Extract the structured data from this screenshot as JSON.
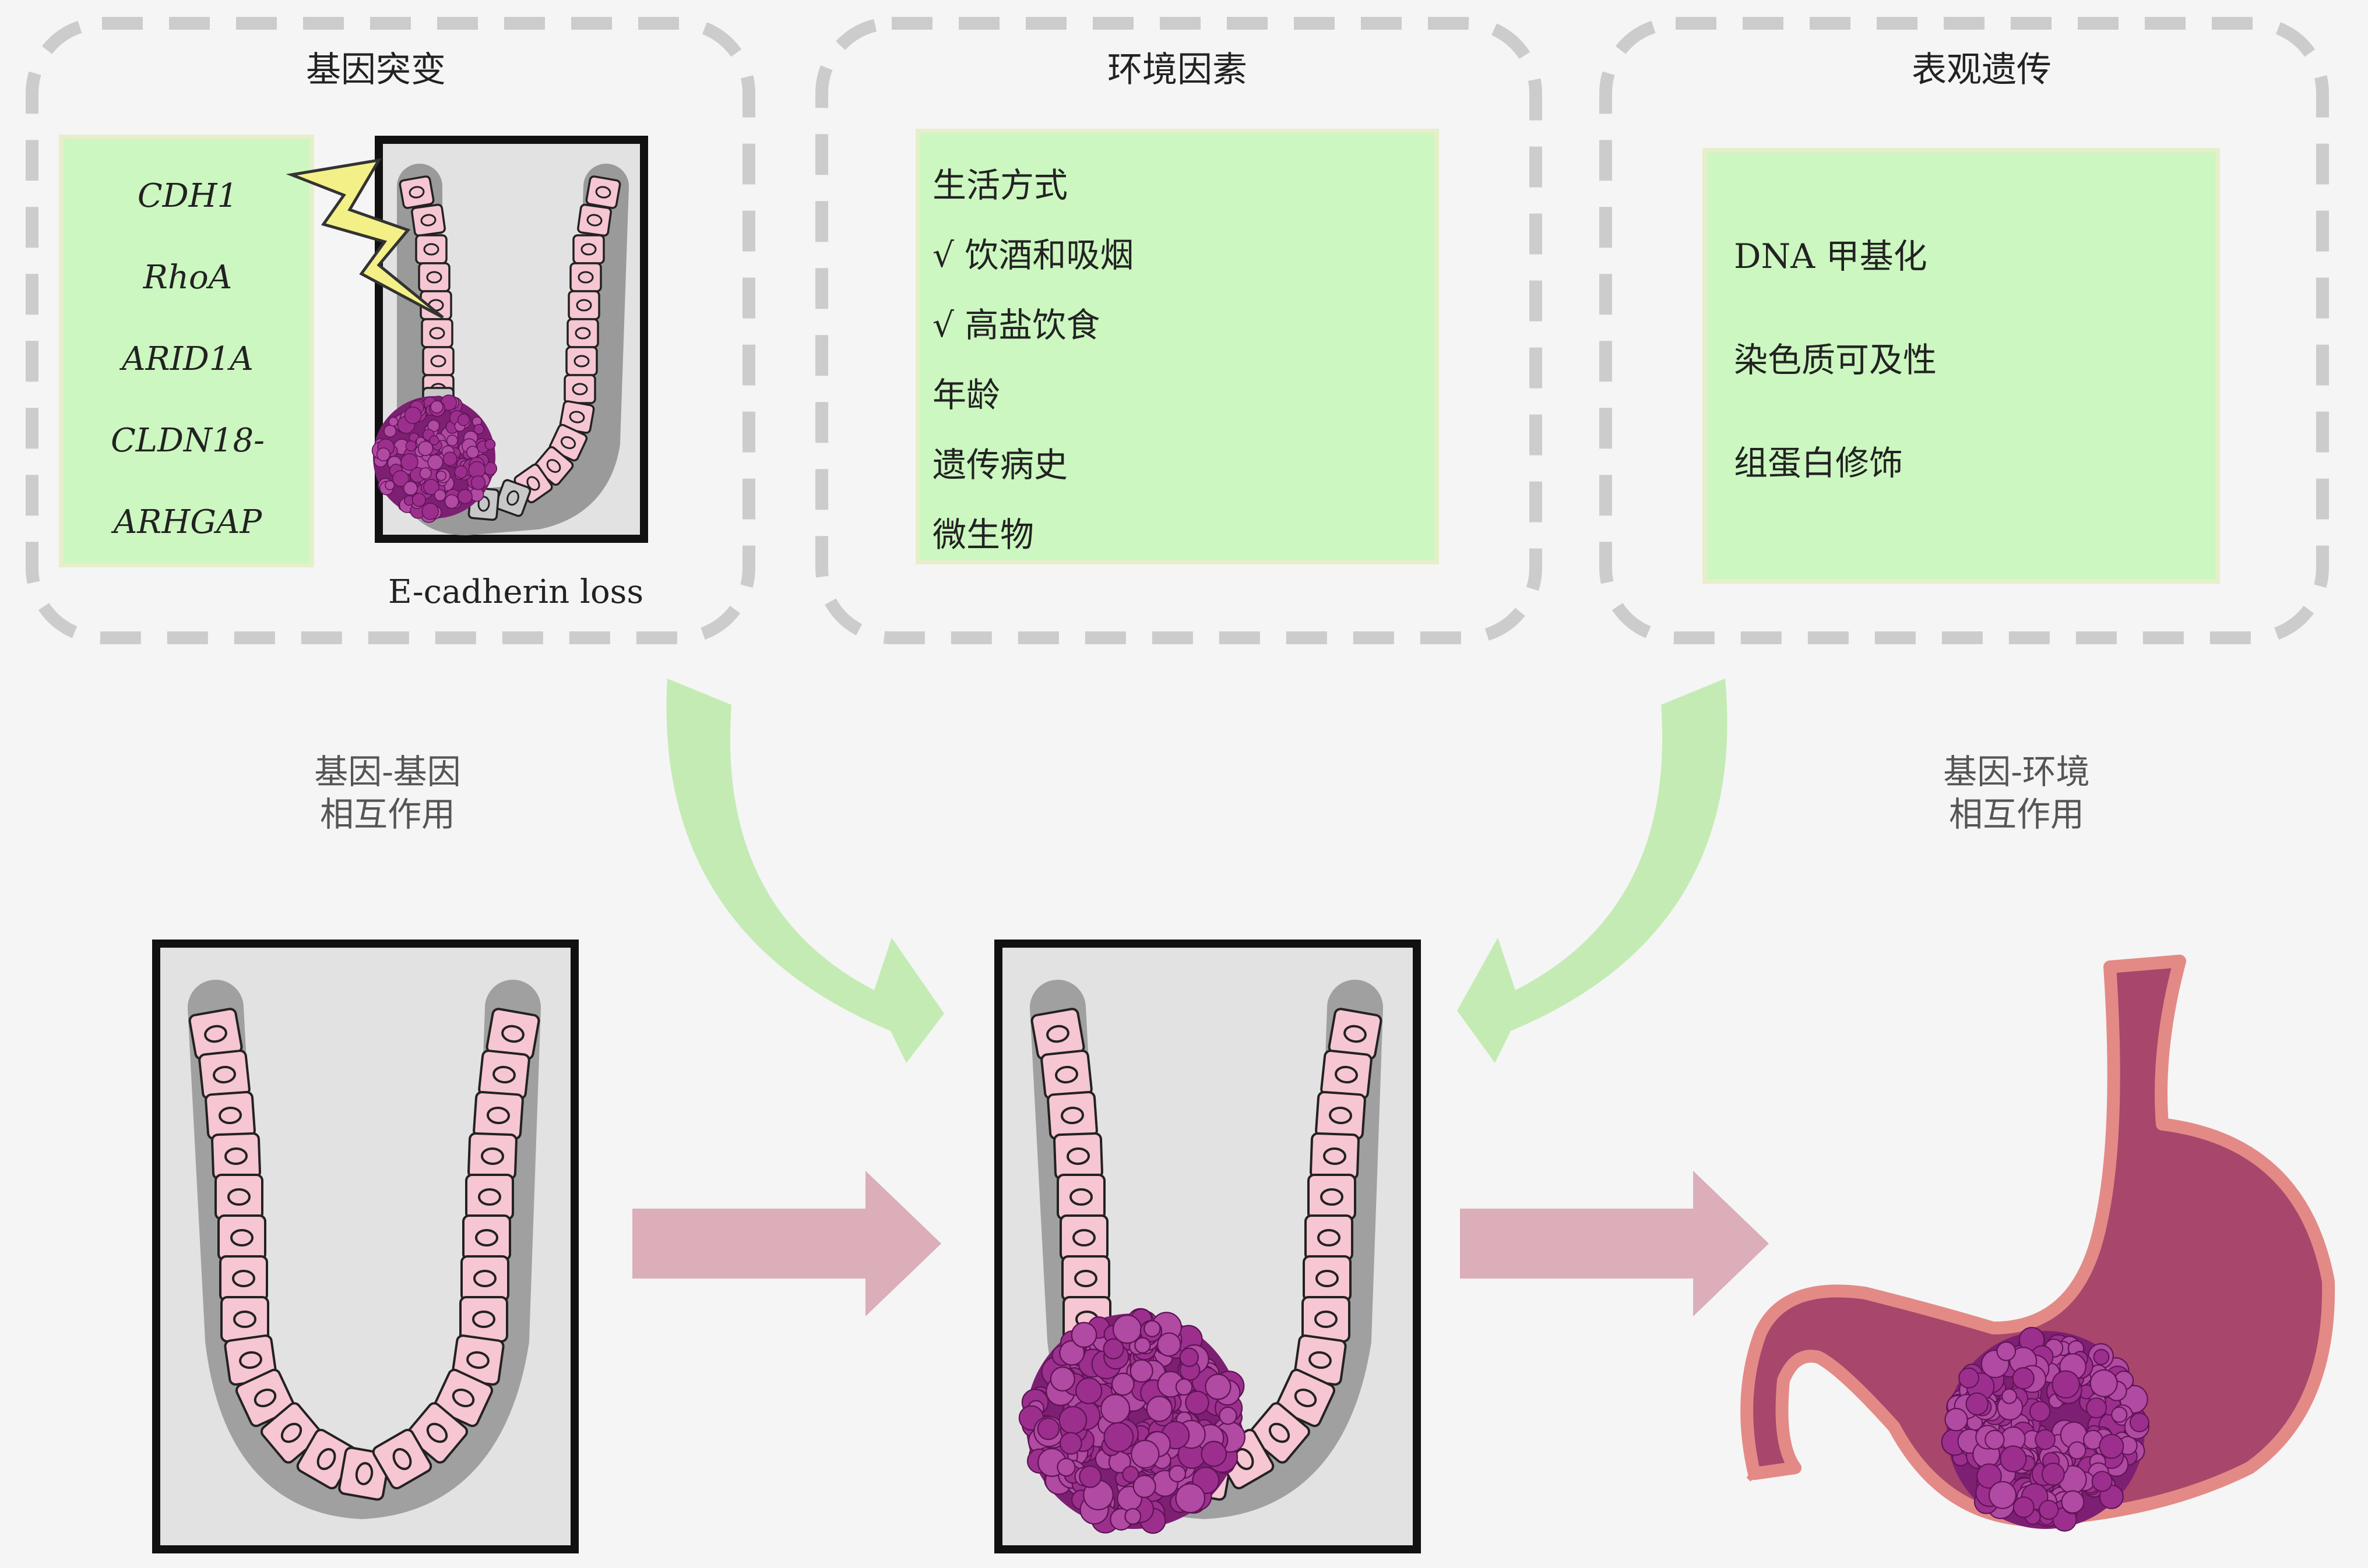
{
  "panels": {
    "mutation": {
      "title": "基因突变",
      "genes": [
        "CDH1",
        "RhoA",
        "ARID1A",
        "CLDN18-",
        "ARHGAP"
      ],
      "caption": "E-cadherin loss"
    },
    "environment": {
      "title": "环境因素",
      "items": [
        "生活方式",
        "√ 饮酒和吸烟",
        "√ 高盐饮食",
        "年龄",
        "遗传病史",
        "微生物"
      ]
    },
    "epigenetics": {
      "title": "表观遗传",
      "items": [
        "DNA 甲基化",
        "染色质可及性",
        "组蛋白修饰"
      ]
    }
  },
  "interactions": {
    "gene_gene": [
      "基因-基因",
      "相互作用"
    ],
    "gene_env": [
      "基因-环境",
      "相互作用"
    ]
  },
  "colors": {
    "box_fill": "#ccf7c0",
    "curve_arrow": "#c4ebb4",
    "straight_arrow": "#dbaeb9",
    "cell_fill": "#f6c6d2",
    "tumor": "#9c2f8e",
    "stomach": "#a8466c",
    "dash": "#cccccc"
  }
}
